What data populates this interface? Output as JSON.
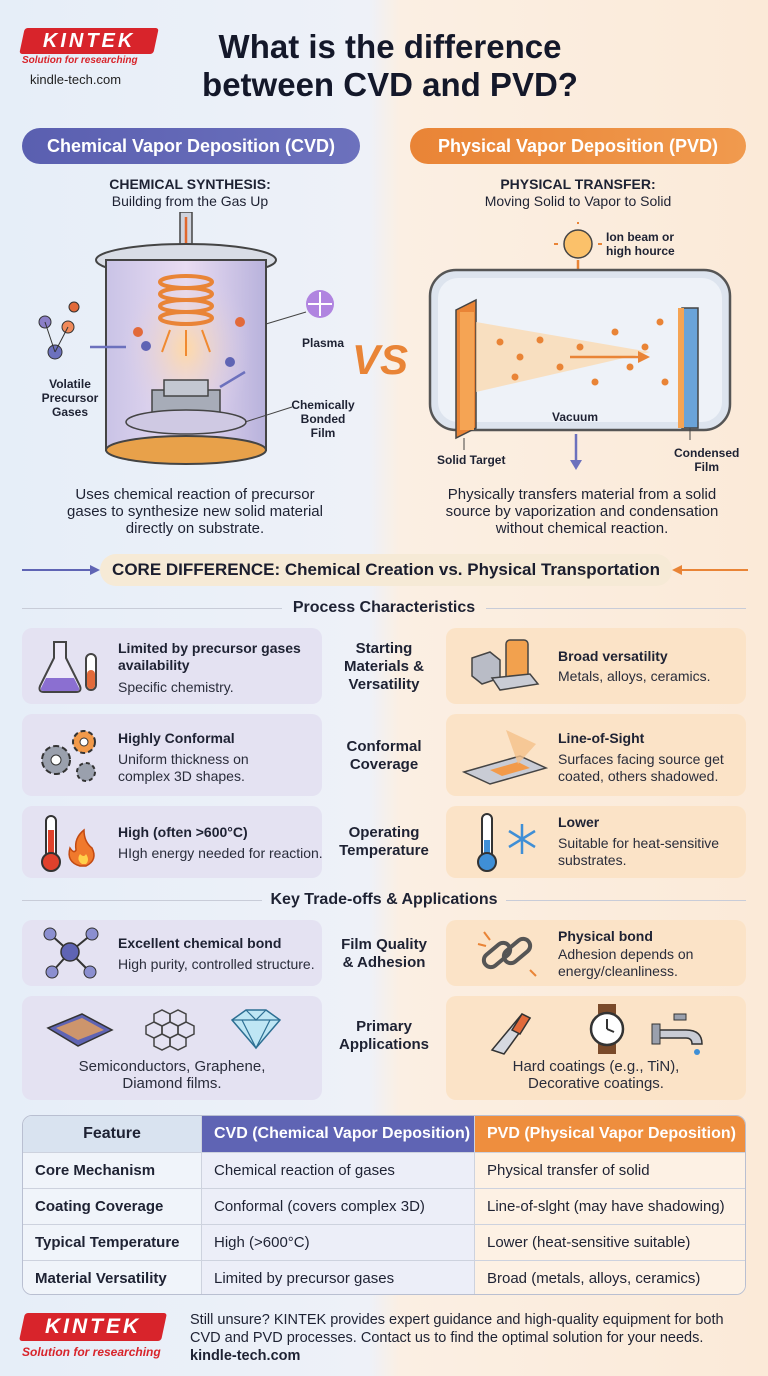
{
  "brand": {
    "logo": "KINTEK",
    "tagline": "Solution for researching",
    "url": "kindle-tech.com"
  },
  "title_line1": "What is the difference",
  "title_line2": "between CVD and PVD?",
  "cvd": {
    "pill": "Chemical Vapor Deposition (CVD)",
    "heading": "CHEMICAL SYNTHESIS:",
    "subheading": "Building from the Gas Up",
    "label_gases_1": "Volatile",
    "label_gases_2": "Precursor",
    "label_gases_3": "Gases",
    "label_plasma": "Plasma",
    "label_film_1": "Chemically",
    "label_film_2": "Bonded",
    "label_film_3": "Film",
    "desc_1": "Uses chemical reaction of precursor",
    "desc_2": "gases to synthesize new solid material",
    "desc_3": "directly on substrate."
  },
  "vs": "VS",
  "pvd": {
    "pill": "Physical Vapor Deposition (PVD)",
    "heading": "PHYSICAL TRANSFER:",
    "subheading": "Moving Solid to Vapor to Solid",
    "label_ion_1": "Ion beam or",
    "label_ion_2": "high hource",
    "label_vacuum": "Vacuum",
    "label_target": "Solid Target",
    "label_condensed_1": "Condensed",
    "label_condensed_2": "Film",
    "desc_1": "Physically transfers material from a solid",
    "desc_2": "source by vaporization and condensation",
    "desc_3": "without chemical reaction."
  },
  "core_difference": "CORE DIFFERENCE: Chemical Creation vs. Physical Transportation",
  "process_heading": "Process Characteristics",
  "rows": [
    {
      "mid_1": "Starting",
      "mid_2": "Materials &",
      "mid_3": "Versatility",
      "cvd_title_1": "Limited by precursor gases",
      "cvd_title_2": "availability",
      "cvd_sub": "Specific chemistry.",
      "pvd_title": "Broad versatility",
      "pvd_sub": "Metals, alloys, ceramics."
    },
    {
      "mid_1": "Conformal",
      "mid_2": "Coverage",
      "cvd_title": "Highly Conformal",
      "cvd_sub_1": "Uniform thickness on",
      "cvd_sub_2": "complex 3D shapes.",
      "pvd_title": "Line-of-Sight",
      "pvd_sub_1": "Surfaces facing source get",
      "pvd_sub_2": "coated, others shadowed."
    },
    {
      "mid_1": "Operating",
      "mid_2": "Temperature",
      "cvd_title": "High (often >600°C)",
      "cvd_sub": "HIgh energy needed for reaction.",
      "pvd_title": "Lower",
      "pvd_sub_1": "Suitable for heat-sensitive",
      "pvd_sub_2": "substrates."
    }
  ],
  "tradeoffs_heading": "Key Trade-offs & Applications",
  "quality": {
    "mid_1": "Film Quality",
    "mid_2": "& Adhesion",
    "cvd_title": "Excellent chemical bond",
    "cvd_sub": "High purity, controlled structure.",
    "pvd_title": "Physical bond",
    "pvd_sub_1": "Adhesion depends on",
    "pvd_sub_2": "energy/cleanliness."
  },
  "applications": {
    "mid_1": "Primary",
    "mid_2": "Applications",
    "cvd_1": "Semiconductors, Graphene,",
    "cvd_2": "Diamond films.",
    "pvd_1": "Hard coatings (e.g., TiN),",
    "pvd_2": "Decorative coatings."
  },
  "table": {
    "headers": [
      "Feature",
      "CVD (Chemical Vapor Deposition)",
      "PVD (Physical Vapor Deposition)"
    ],
    "rows": [
      [
        "Core Mechanism",
        "Chemical reaction of gases",
        "Physical transfer of solid"
      ],
      [
        "Coating Coverage",
        "Conformal (covers complex 3D)",
        "Line-of-slght (may have shadowing)"
      ],
      [
        "Typical Temperature",
        "High (>600°C)",
        "Lower (heat-sensitive suitable)"
      ],
      [
        "Material Versatility",
        "Limited by precursor gases",
        "Broad (metals, alloys, ceramics)"
      ]
    ]
  },
  "footer": {
    "line1": "Still unsure? KINTEK provides expert guidance and high-quality equipment for both",
    "line2": "CVD and PVD processes. Contact us to find the optimal solution for your needs.",
    "url": "kindle-tech.com"
  },
  "colors": {
    "cvd": "#5f64b4",
    "pvd": "#ee8e3e",
    "brand": "#d8242b"
  }
}
